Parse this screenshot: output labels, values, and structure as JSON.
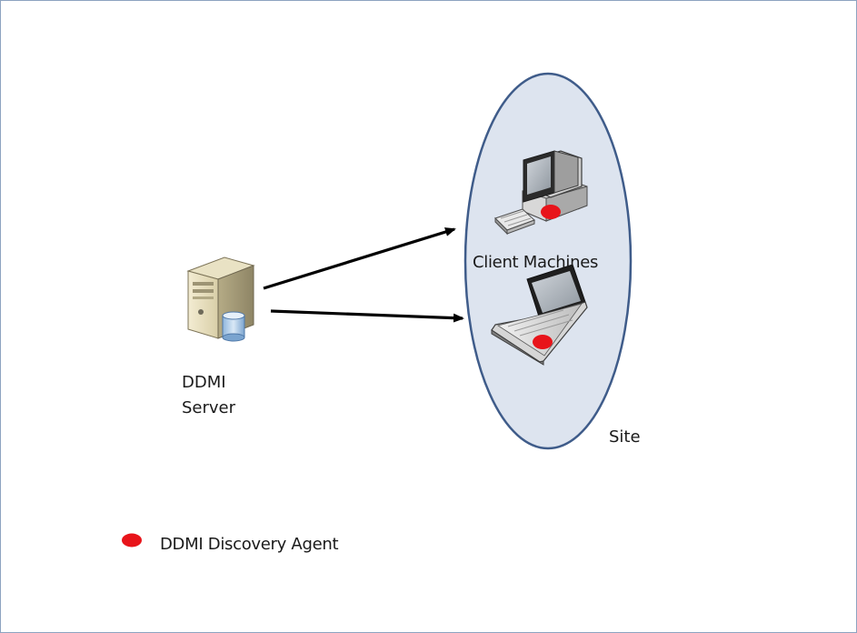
{
  "server": {
    "label_line1": "DDMI",
    "label_line2": "Server"
  },
  "site": {
    "client_label": "Client Machines",
    "site_label": "Site"
  },
  "legend": {
    "agent_label": "DDMI Discovery Agent"
  },
  "colors": {
    "site_fill": "#dde4ef",
    "site_stroke": "#3f5c8a",
    "agent_marker": "#e8141a",
    "arrow": "#000000",
    "frame_border": "#8da3c0"
  },
  "icons": {
    "server": "server-with-database-icon",
    "desktop": "desktop-computer-icon",
    "laptop": "laptop-icon",
    "agent": "agent-marker-icon"
  }
}
